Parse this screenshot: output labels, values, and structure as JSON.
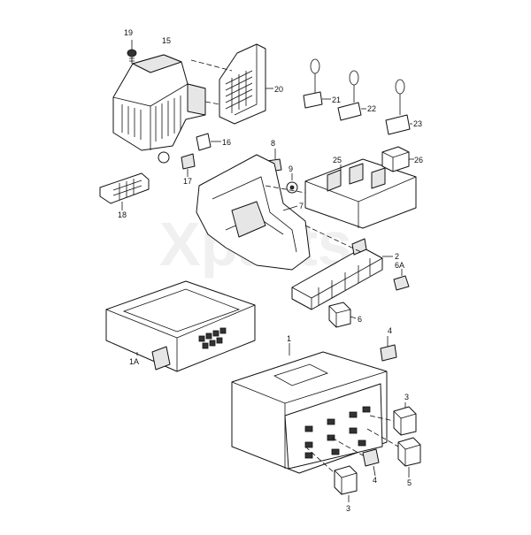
{
  "watermark": "Xparts",
  "callouts": {
    "c1": "1",
    "c1A": "1A",
    "c2": "2",
    "c3a": "3",
    "c3b": "3",
    "c4a": "4",
    "c4b": "4",
    "c5": "5",
    "c6": "6",
    "c6A": "6A",
    "c7": "7",
    "c8": "8",
    "c9": "9",
    "c15": "15",
    "c16": "16",
    "c17": "17",
    "c18": "18",
    "c19": "19",
    "c20": "20",
    "c21": "21",
    "c22": "22",
    "c23": "23",
    "c25": "25",
    "c26": "26"
  }
}
